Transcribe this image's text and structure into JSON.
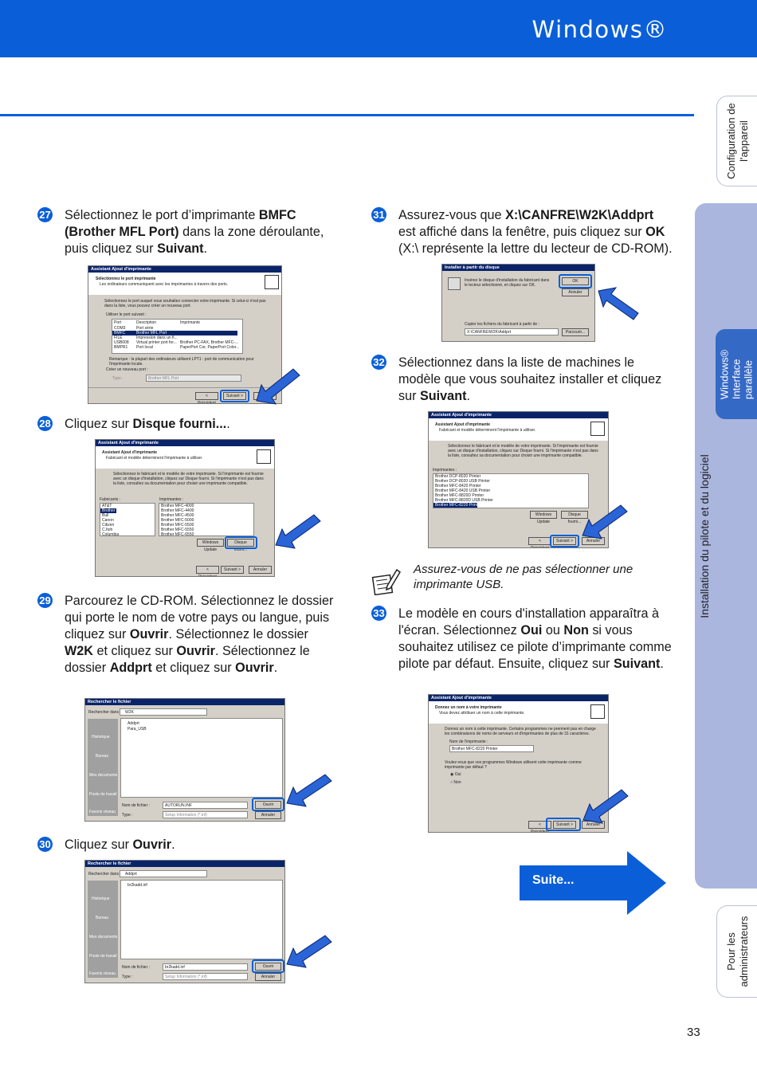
{
  "header": {
    "title": "Windows®"
  },
  "sidebar": {
    "config_tab": "Configuration de l'appareil",
    "install_tab": "Installation du pilote et du logiciel",
    "windows_tab_line1": "Windows®",
    "windows_tab_line2": "Interface parallèle",
    "admin_tab": "Pour les administrateurs"
  },
  "steps": {
    "s27": {
      "num": "27",
      "t1": "Sélectionnez le port d’imprimante ",
      "b1": "BMFC (Brother MFL Port)",
      "t2": " dans la zone déroulante, puis cliquez sur ",
      "b2": "Suivant",
      "t3": "."
    },
    "s28": {
      "num": "28",
      "t1": "Cliquez sur ",
      "b1": "Disque fourni...",
      "t2": "."
    },
    "s29": {
      "num": "29",
      "t1": "Parcourez le CD-ROM. Sélectionnez le dossier qui porte le nom de votre pays ou langue, puis cliquez sur ",
      "b1": "Ouvrir",
      "t2": ". Sélectionnez le dossier ",
      "b2": "W2K",
      "t3": " et cliquez sur ",
      "b3": "Ouvrir",
      "t4": ". Sélectionnez le dossier ",
      "b4": "Addprt",
      "t5": " et cliquez sur ",
      "b5": "Ouvrir",
      "t6": "."
    },
    "s30": {
      "num": "30",
      "t1": "Cliquez sur ",
      "b1": "Ouvrir",
      "t2": "."
    },
    "s31": {
      "num": "31",
      "t1": "Assurez-vous que ",
      "b1": "X:\\CANFRE\\W2K\\Addprt",
      "t2": " est affiché dans la fenêtre, puis cliquez sur ",
      "b2": "OK",
      "t3": " (X:\\ représente la lettre du lecteur de CD-ROM)."
    },
    "s32": {
      "num": "32",
      "t1": "Sélectionnez dans la liste de machines le modèle que vous souhaitez installer et cliquez sur ",
      "b1": "Suivant",
      "t2": "."
    },
    "s33": {
      "num": "33",
      "t1": "Le modèle en cours d'installation apparaîtra à l'écran. Sélectionnez ",
      "b1": "Oui",
      "t2": " ou ",
      "b2": "Non",
      "t3": " si vous souhaitez utilisez ce pilote d’imprimante comme pilote par défaut. Ensuite, cliquez sur ",
      "b3": "Suivant",
      "t4": "."
    }
  },
  "note": {
    "text": "Assurez-vous de ne pas sélectionner une imprimante USB."
  },
  "screens": {
    "port": {
      "title": "Assistant Ajout d'imprimante",
      "heading": "Sélectionnez le port imprimante",
      "sub": "Les ordinateurs communiquent avec les imprimantes à travers des ports.",
      "body": "Sélectionnez le port auquel vous souhaitez connecter votre imprimante. Si celui-ci n'est pas dans la liste, vous pouvez créer un nouveau port.",
      "radio1": "Utiliser le port suivant :",
      "col1": "Port",
      "col2": "Description",
      "col3": "Imprimante",
      "rows": [
        [
          "COM3",
          "Port série",
          ""
        ],
        [
          "BMFC",
          "Brother MFL Port",
          ""
        ],
        [
          "FILE",
          "Impression dans un fi...",
          ""
        ],
        [
          "USB008",
          "Virtual printer port for...",
          "Brother PC-FAX, Brother MFC-..."
        ],
        [
          "BMPR1",
          "Port local",
          "PaperPort Cor, PaperPort Color..."
        ]
      ],
      "remark": "Remarque : la plupart des ordinateurs utilisent LPT1 : port de communication pour l'imprimante locale.",
      "radio2": "Créer un nouveau port :",
      "type_label": "Type :",
      "type_value": "Brother MFL Port",
      "back": "< Précédent",
      "next": "Suivant >",
      "cancel": "Annuler"
    },
    "disk": {
      "title": "Assistant Ajout d'imprimante",
      "heading": "Assistant Ajout d'imprimante",
      "sub": "Fabricant et modèle déterminent l'imprimante à utiliser.",
      "body": "Sélectionnez le fabricant et le modèle de votre imprimante. Si l'imprimante est fournie avec un disque d'installation, cliquez sur Disque fourni. Si l'imprimante n'est pas dans la liste, consultez sa documentation pour choisir une imprimante compatible.",
      "makers_label": "Fabricants :",
      "printers_label": "Imprimantes :",
      "makers": [
        "AT&T",
        "Brother",
        "Bull",
        "Canon",
        "Citizen",
        "C.Itoh",
        "Columbia"
      ],
      "printers": [
        "Brother MFC-4000",
        "Brother MFC-4400",
        "Brother MFC-4500",
        "Brother MFC-5000",
        "Brother MFC-5500",
        "Brother MFC-5550",
        "Brother MFC-6550"
      ],
      "windows_update": "Windows Update",
      "have_disk": "Disque fourni...",
      "back": "< Précédent",
      "next": "Suivant >",
      "cancel": "Annuler"
    },
    "open1": {
      "title": "Rechercher le fichier",
      "look_in": "Rechercher dans :",
      "folder": "W2K",
      "files": [
        "Addprt",
        "Para_USB"
      ],
      "places": [
        "Historique",
        "Bureau",
        "Mes documents",
        "Poste de travail",
        "Favoris réseau"
      ],
      "name_label": "Nom de fichier :",
      "name_value": "AUTORUN.INF",
      "type_label": "Type :",
      "type_value": "Setup Information (*.inf)",
      "open": "Ouvrir",
      "cancel": "Annuler"
    },
    "open2": {
      "title": "Rechercher le fichier",
      "look_in": "Rechercher dans :",
      "folder": "Addprt",
      "files": [
        "br2kadd.inf"
      ],
      "places": [
        "Historique",
        "Bureau",
        "Mes documents",
        "Poste de travail",
        "Favoris réseau"
      ],
      "name_label": "Nom de fichier :",
      "name_value": "br2kadd.inf",
      "type_label": "Type :",
      "type_value": "Setup Information (*.inf)",
      "open": "Ouvrir",
      "cancel": "Annuler"
    },
    "install_disk": {
      "title": "Installer à partir du disque",
      "body": "Insérez le disque d'installation du fabricant dans le lecteur sélectionné, et cliquez sur OK.",
      "ok": "OK",
      "cancel": "Annuler",
      "copy_label": "Copier les fichiers du fabricant à partir de :",
      "path": "X:\\CANFRE\\W2K\\Addprt",
      "browse": "Parcourir..."
    },
    "models": {
      "title": "Assistant Ajout d'imprimante",
      "heading": "Assistant Ajout d'imprimante",
      "sub": "Fabricant et modèle déterminent l'imprimante à utiliser.",
      "body": "Sélectionnez le fabricant et le modèle de votre imprimante. Si l'imprimante est fournie avec un disque d'installation, cliquez sur Disque fourni. Si l'imprimante n'est pas dans la liste, consultez sa documentation pour choisir une imprimante compatible.",
      "printers_label": "Imprimantes :",
      "printers": [
        "Brother DCP-8020 Printer",
        "Brother DCP-8020 USB Printer",
        "Brother MFC-8420 Printer",
        "Brother MFC-8420 USB Printer",
        "Brother MFC-8820D Printer",
        "Brother MFC-8820D USB Printer",
        "Brother MFC-8220 Printer"
      ],
      "windows_update": "Windows Update",
      "have_disk": "Disque fourni...",
      "back": "< Précédent",
      "next": "Suivant >",
      "cancel": "Annuler"
    },
    "name": {
      "title": "Assistant Ajout d'imprimante",
      "heading": "Donnez un nom à votre imprimante",
      "sub": "Vous devez attribuer un nom à cette imprimante.",
      "body": "Donnez un nom à cette imprimante. Certains programmes ne prennent pas en charge les combinaisons de noms de serveurs et d'imprimantes de plus de 31 caractères.",
      "name_label": "Nom de l'imprimante :",
      "name_value": "Brother MFC-8220 Printer",
      "question": "Voulez-vous que vos programmes Windows utilisent cette imprimante comme imprimante par défaut ?",
      "yes": "Oui",
      "no": "Non",
      "back": "< Précédent",
      "next": "Suivant >",
      "cancel": "Annuler"
    }
  },
  "suite": {
    "label": "Suite..."
  },
  "page": {
    "number": "33"
  },
  "colors": {
    "brand_blue": "#0a5fd8",
    "sidebar_blue": "#aab6de",
    "tab_blue": "#3569c6"
  }
}
